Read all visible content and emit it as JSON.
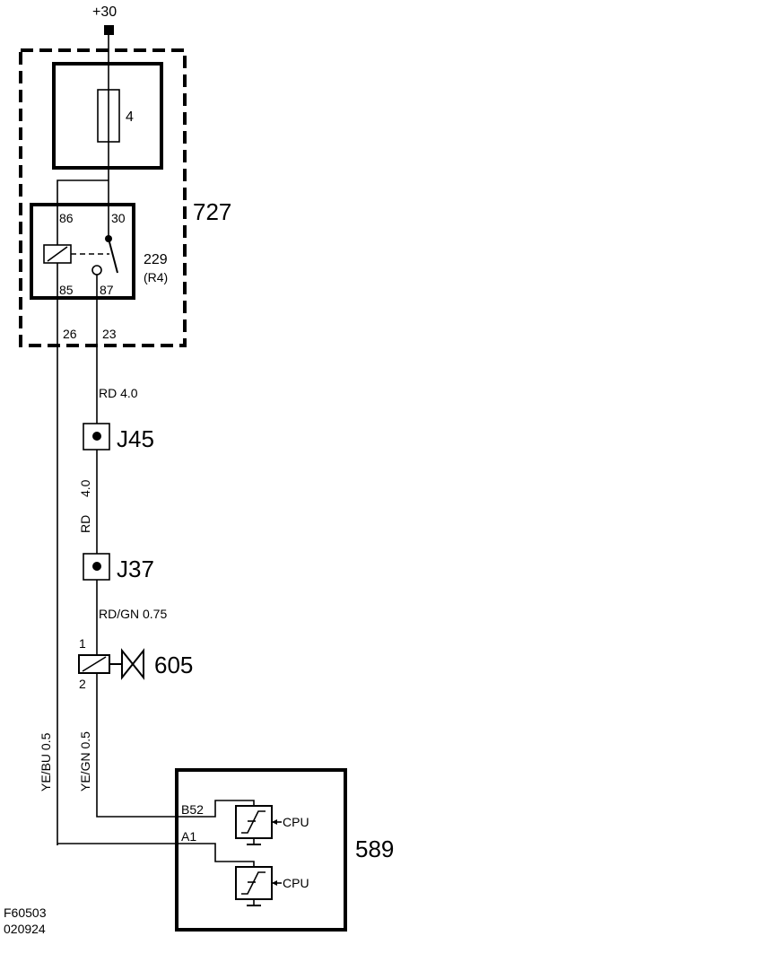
{
  "supply": {
    "label": "+30"
  },
  "fuse": {
    "number": "4"
  },
  "fuse_relay_box": {
    "id": "727",
    "pin_left": "26",
    "pin_right": "23"
  },
  "relay": {
    "id": "229",
    "sub_id": "(R4)",
    "pin_86": "86",
    "pin_30": "30",
    "pin_85": "85",
    "pin_87": "87"
  },
  "wires": {
    "rd_40_h": "RD 4.0",
    "rd_40_v1": "4.0",
    "rd_40_v2": "RD",
    "rd_gn": "RD/GN  0.75",
    "ye_bu": "YE/BU  0.5",
    "ye_gn": "YE/GN  0.5"
  },
  "junctions": {
    "j45": "J45",
    "j37": "J37"
  },
  "valve": {
    "id": "605",
    "pin_1": "1",
    "pin_2": "2"
  },
  "control_unit": {
    "id": "589",
    "pin_b52": "B52",
    "pin_a1": "A1",
    "cpu_top": "CPU",
    "cpu_bottom": "CPU"
  },
  "footer": {
    "code": "F60503",
    "date": "020924"
  }
}
